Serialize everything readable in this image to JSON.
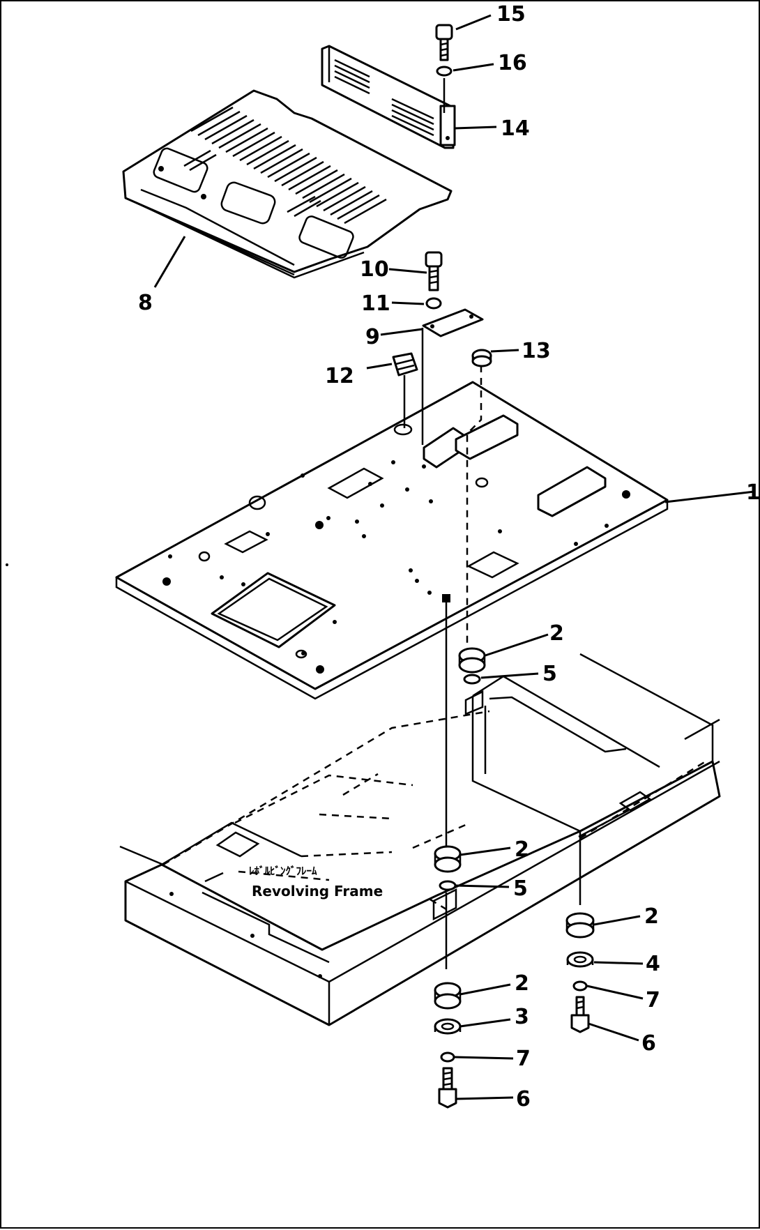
{
  "diagram": {
    "frame_label_jp": "ﾚﾎﾞﾙﾋﾞﾝｸﾞﾌﾚｰﾑ",
    "frame_label_en": "Revolving Frame",
    "callouts": {
      "c1": "1",
      "c2a": "2",
      "c2b": "2",
      "c2c": "2",
      "c2d": "2",
      "c3": "3",
      "c4": "4",
      "c5a": "5",
      "c5b": "5",
      "c6a": "6",
      "c6b": "6",
      "c7a": "7",
      "c7b": "7",
      "c8": "8",
      "c9": "9",
      "c10": "10",
      "c11": "11",
      "c12": "12",
      "c13": "13",
      "c14": "14",
      "c15": "15",
      "c16": "16"
    }
  }
}
